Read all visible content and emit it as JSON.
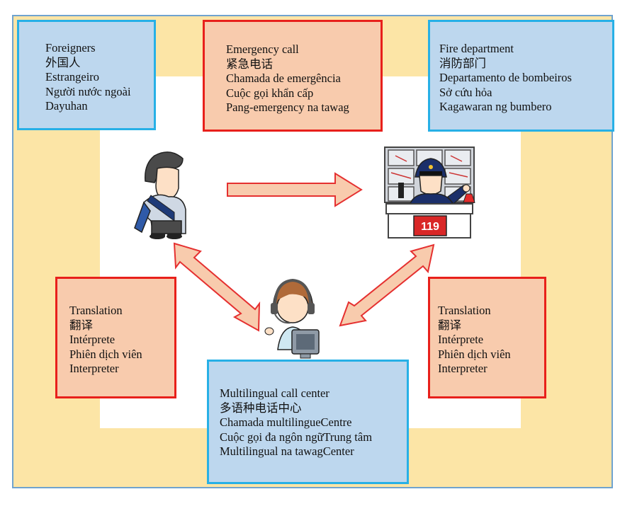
{
  "foreigners": {
    "lines": [
      "Foreigners",
      "外国人",
      "Estrangeiro",
      "Người nước ngoài",
      "Dayuhan"
    ]
  },
  "emergency_call": {
    "lines": [
      "Emergency call",
      "紧急电话",
      "Chamada de emergência",
      "Cuộc gọi khẩn cấp",
      "Pang-emergency na tawag"
    ]
  },
  "fire_department": {
    "lines": [
      "Fire department",
      "消防部门",
      "Departamento de bombeiros",
      "Sở cứu hỏa",
      "Kagawaran ng bumbero"
    ]
  },
  "translation_left": {
    "lines": [
      "Translation",
      "翻译",
      "Intérprete",
      "Phiên dịch viên",
      "Interpreter"
    ]
  },
  "translation_right": {
    "lines": [
      "Translation",
      "翻译",
      "Intérprete",
      "Phiên dịch viên",
      "Interpreter"
    ]
  },
  "call_center": {
    "lines": [
      "Multilingual call center",
      "多语种电话中心",
      "Chamada multilingueCentre",
      "Cuộc gọi đa ngôn ngữTrung tâm",
      "Multilingual na tawagCenter"
    ]
  },
  "desk_number": "119",
  "colors": {
    "frame_fill": "#fce5a6",
    "frame_border": "#6fa3cf",
    "blue_box": "#bdd7ee",
    "blue_border": "#27b0e6",
    "red_box": "#f8cbad",
    "red_border": "#e8201b",
    "arrow_fill": "#f8cbad",
    "arrow_stroke": "#e53030"
  }
}
